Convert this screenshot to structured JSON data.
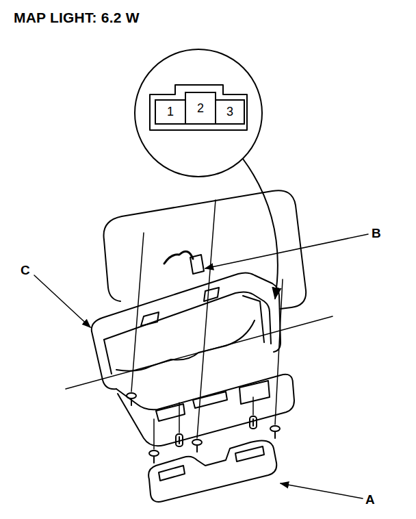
{
  "diagram": {
    "title": "MAP LIGHT: 6.2 W",
    "nodes": [
      {
        "text": [
          "1"
        ]
      },
      {
        "text": [
          "2"
        ]
      },
      {
        "text": [
          "3"
        ]
      }
    ],
    "labels": [
      "A",
      "B",
      "C"
    ]
  }
}
